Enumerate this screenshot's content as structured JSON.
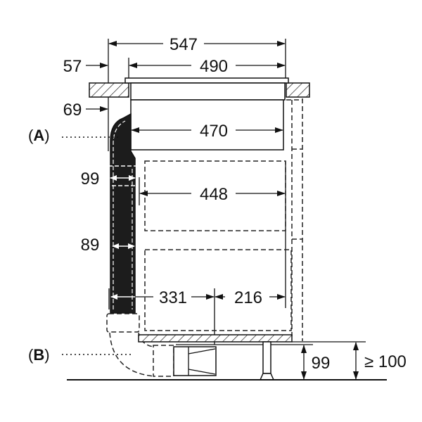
{
  "title": "Installation diagram - downdraft hob with duct",
  "dimensions": {
    "overall_width": "547",
    "glass_width": "490",
    "edge_offset": "57",
    "duct_offset": "69",
    "body_width": "470",
    "duct_width_top": "99",
    "cabinet_inner_width": "448",
    "duct_width": "89",
    "duct_to_center": "331",
    "center_to_back": "216",
    "plinth_height": "99",
    "min_plinth_height": "≥ 100"
  },
  "labels": {
    "a": "(A)",
    "b": "(B)"
  }
}
